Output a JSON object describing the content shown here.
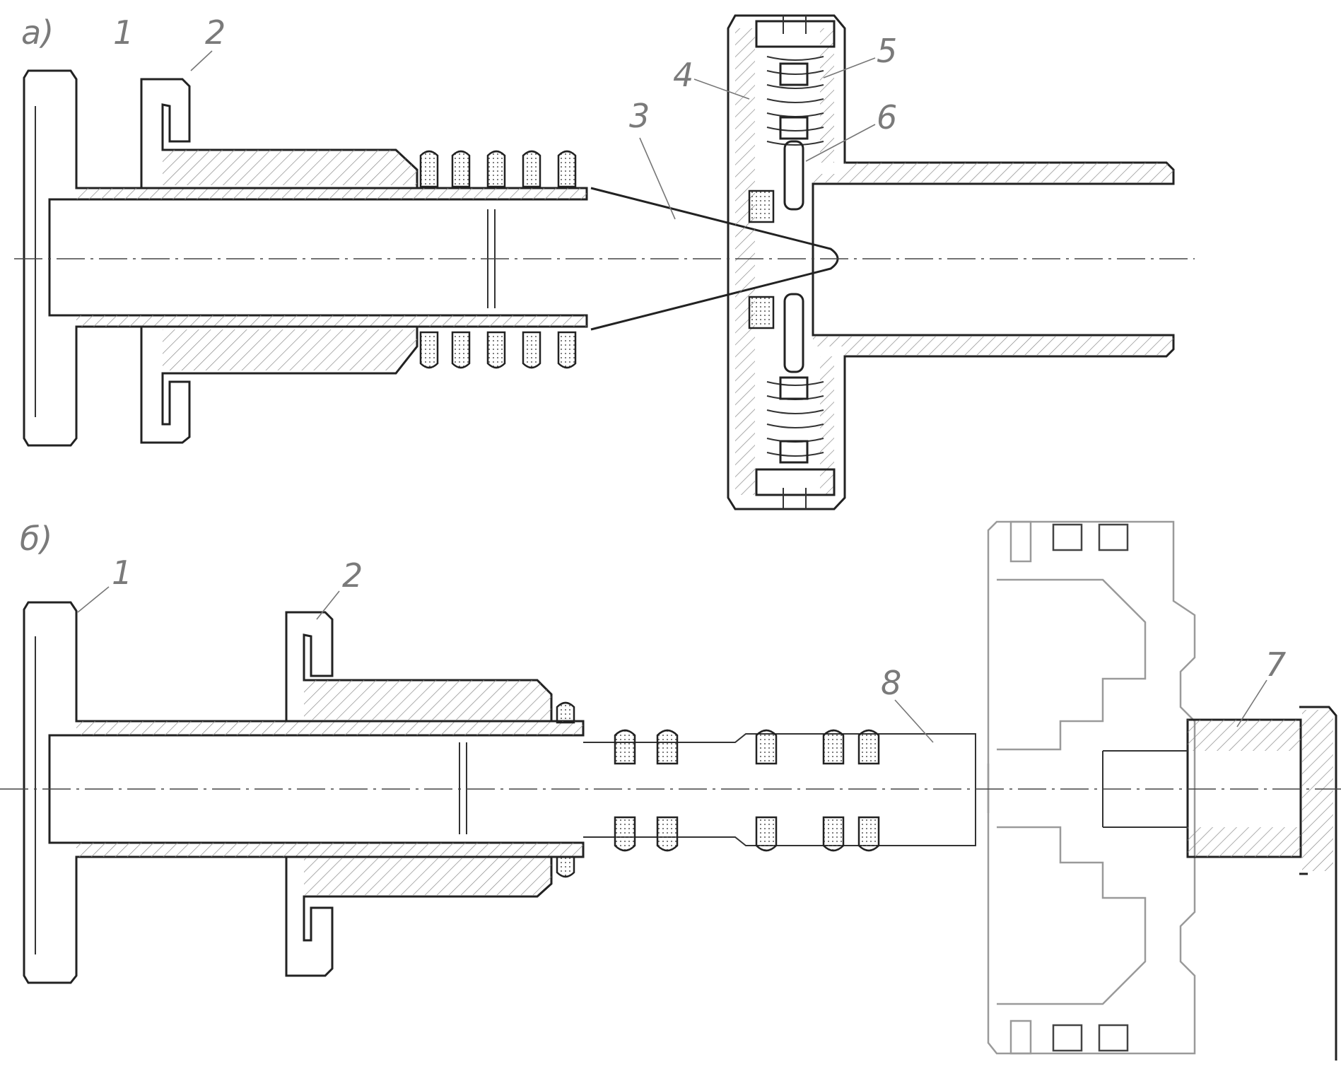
{
  "figure": {
    "part_a": {
      "view_label": "a)",
      "labels": [
        "1",
        "2",
        "3",
        "4",
        "5",
        "6"
      ]
    },
    "part_b": {
      "view_label": "б)",
      "labels": [
        "1",
        "2",
        "7",
        "8"
      ]
    }
  }
}
